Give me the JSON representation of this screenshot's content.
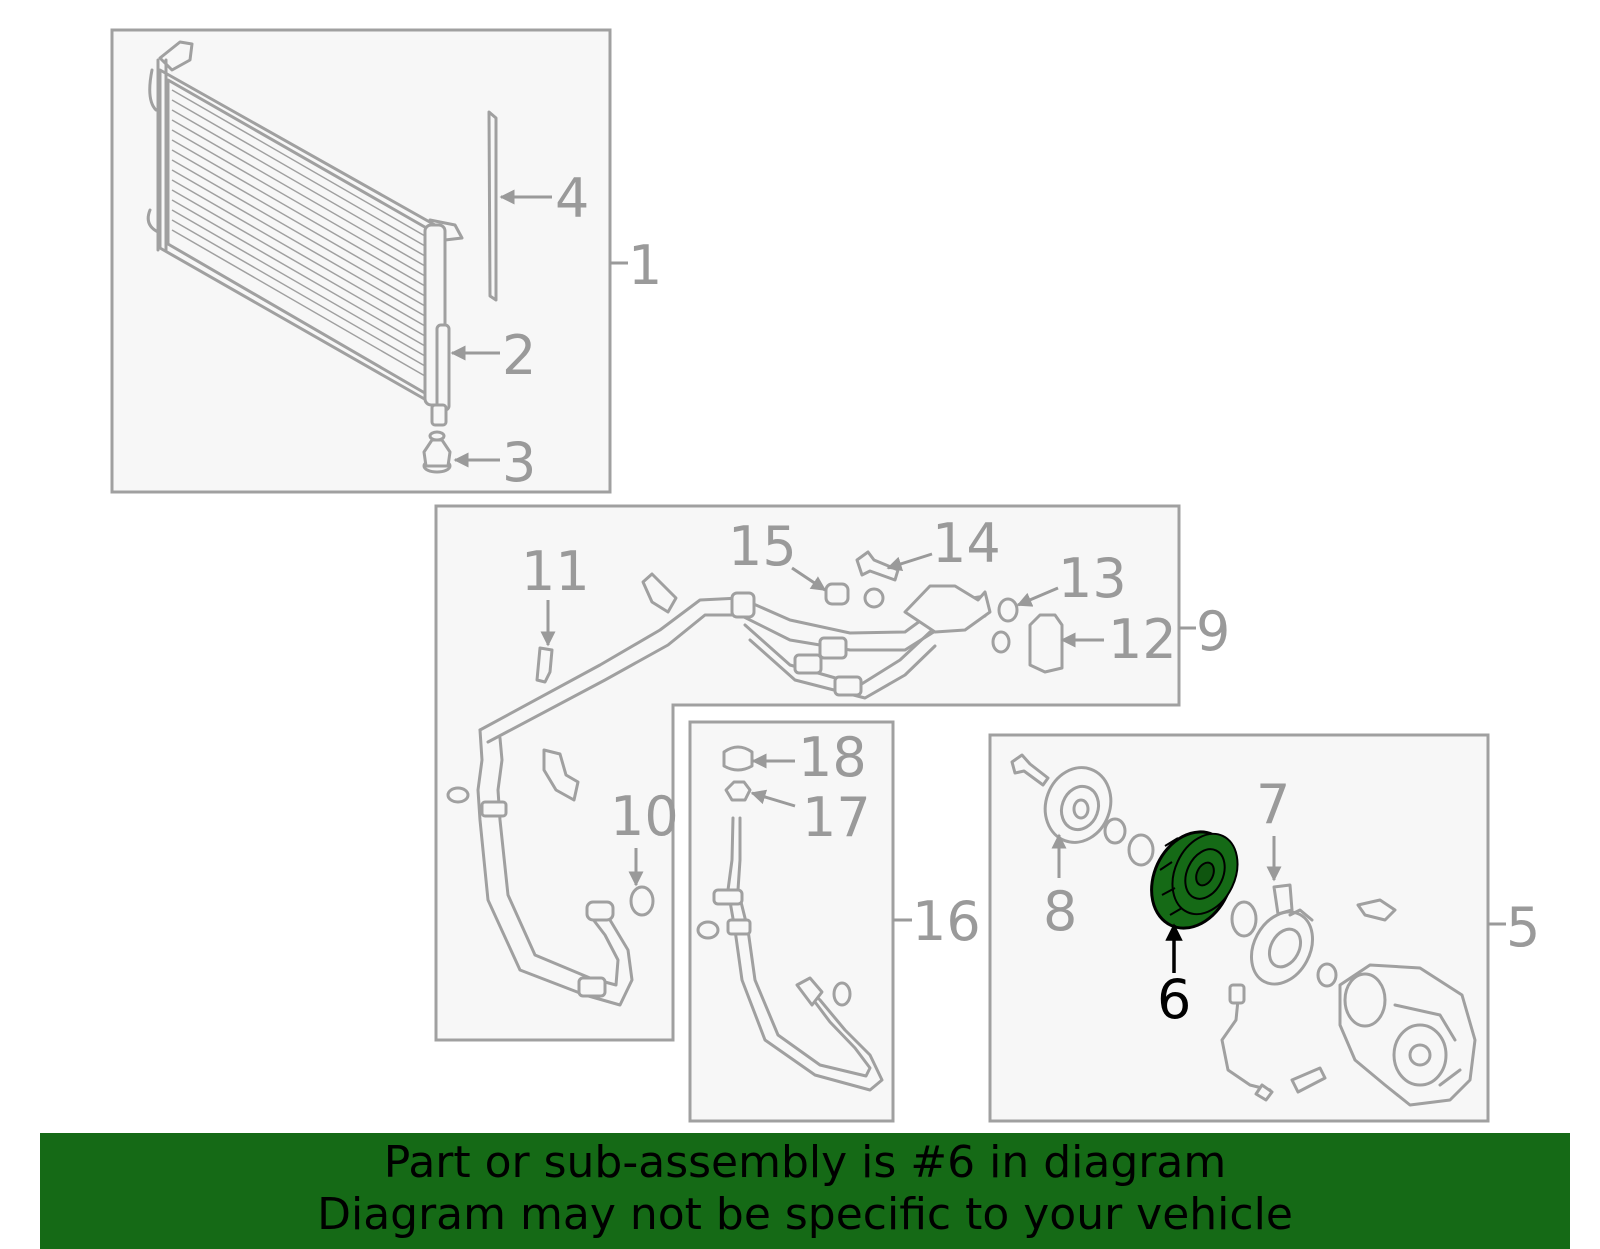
{
  "callouts": {
    "c1": "1",
    "c2": "2",
    "c3": "3",
    "c4": "4",
    "c5": "5",
    "c6": "6",
    "c7": "7",
    "c8": "8",
    "c9": "9",
    "c10": "10",
    "c11": "11",
    "c12": "12",
    "c13": "13",
    "c14": "14",
    "c15": "15",
    "c16": "16",
    "c17": "17",
    "c18": "18"
  },
  "highlighted_part": "6",
  "colors": {
    "highlight": "#156a16",
    "banner": "#156a16",
    "line": "#a0a0a0"
  },
  "banner": {
    "line1": "Part or sub-assembly is #6 in diagram",
    "line2": "Diagram may not be specific to your vehicle"
  }
}
